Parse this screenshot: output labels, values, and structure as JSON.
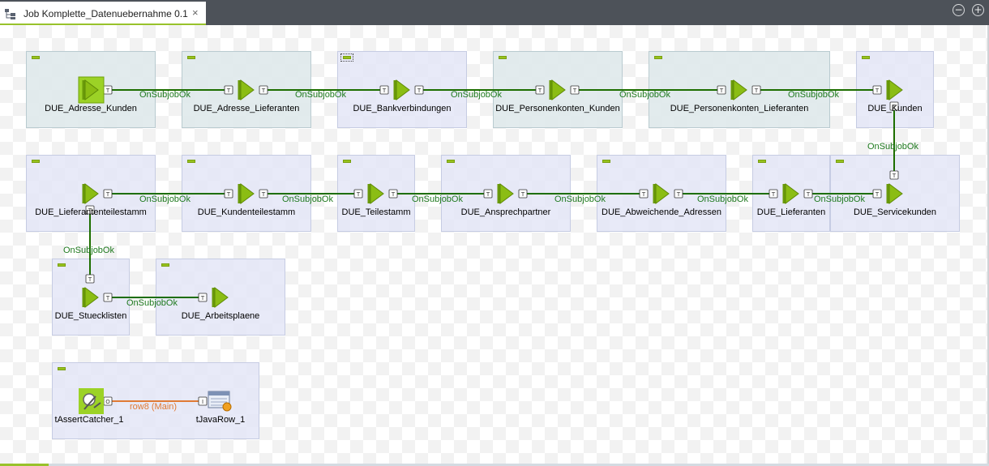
{
  "window": {
    "tab_title": "Job Komplette_Datenuebernahme 0.1",
    "tab_close": "×",
    "minimize": "−",
    "maximize": "+"
  },
  "colors": {
    "accent": "#98c22b",
    "onsubjobok": "#2e7d00",
    "main_row": "#e07a35",
    "subjob_fill": "#e4e6f7"
  },
  "subjobs": [
    {
      "component": "DUE_Adresse_Kunden",
      "connection": "OnSubjobOk"
    },
    {
      "component": "DUE_Adresse_Lieferanten",
      "connection": "OnSubjobOk"
    },
    {
      "component": "DUE_Bankverbindungen",
      "connection": "OnSubjobOk"
    },
    {
      "component": "DUE_Personenkonten_Kunden",
      "connection": "OnSubjobOk"
    },
    {
      "component": "DUE_Personenkonten_Lieferanten",
      "connection": "OnSubjobOk"
    },
    {
      "component": "DUE_Kunden",
      "connection": "OnSubjobOk"
    },
    {
      "component": "DUE_Servicekunden",
      "connection": "OnSubjobOk"
    },
    {
      "component": "DUE_Lieferanten",
      "connection": "OnSubjobOk"
    },
    {
      "component": "DUE_Abweichende_Adressen",
      "connection": "OnSubjobOk"
    },
    {
      "component": "DUE_Ansprechpartner",
      "connection": "OnSubjobOk"
    },
    {
      "component": "DUE_Teilestamm",
      "connection": "OnSubjobOk"
    },
    {
      "component": "DUE_Kundenteilestamm",
      "connection": "OnSubjobOk"
    },
    {
      "component": "DUE_Lieferantenteilestamm",
      "connection": "OnSubjobOk"
    },
    {
      "component": "DUE_Stuecklisten",
      "connection": "OnSubjobOk"
    },
    {
      "component": "DUE_Arbeitsplaene",
      "connection": ""
    }
  ],
  "catcher": {
    "source": "tAssertCatcher_1",
    "target": "tJavaRow_1",
    "row_label": "row8 (Main)"
  }
}
